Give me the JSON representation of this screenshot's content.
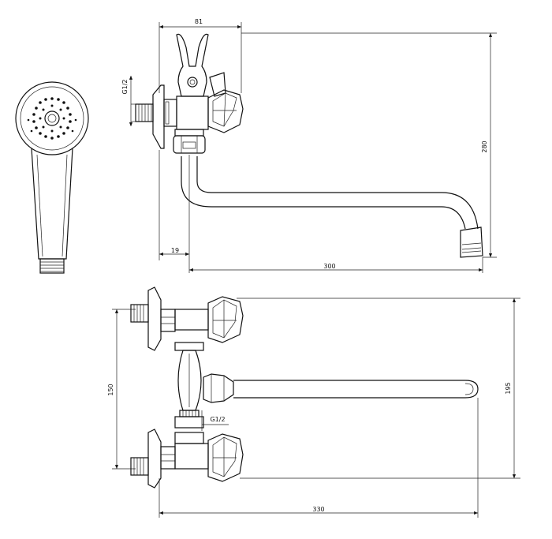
{
  "dimensions": {
    "top_width": "81",
    "thread_side": "G1/2",
    "height_total": "280",
    "wall_offset": "19",
    "spout_reach_top": "300",
    "center_distance": "150",
    "thread_bottom": "G1/2",
    "height_side": "195",
    "spout_reach_bottom": "330"
  }
}
